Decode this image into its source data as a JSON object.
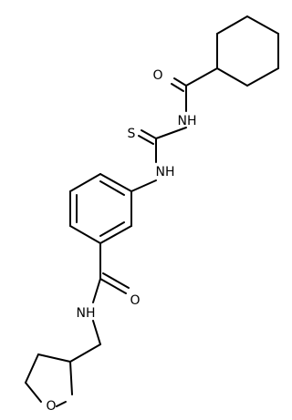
{
  "structure": {
    "atoms": {
      "carbonyl_O_top": "O",
      "imide_NH": "NH",
      "thione_S": "S",
      "aniline_NH": "NH",
      "amide_O": "O",
      "amide_NH": "NH",
      "ring_O": "O"
    }
  }
}
